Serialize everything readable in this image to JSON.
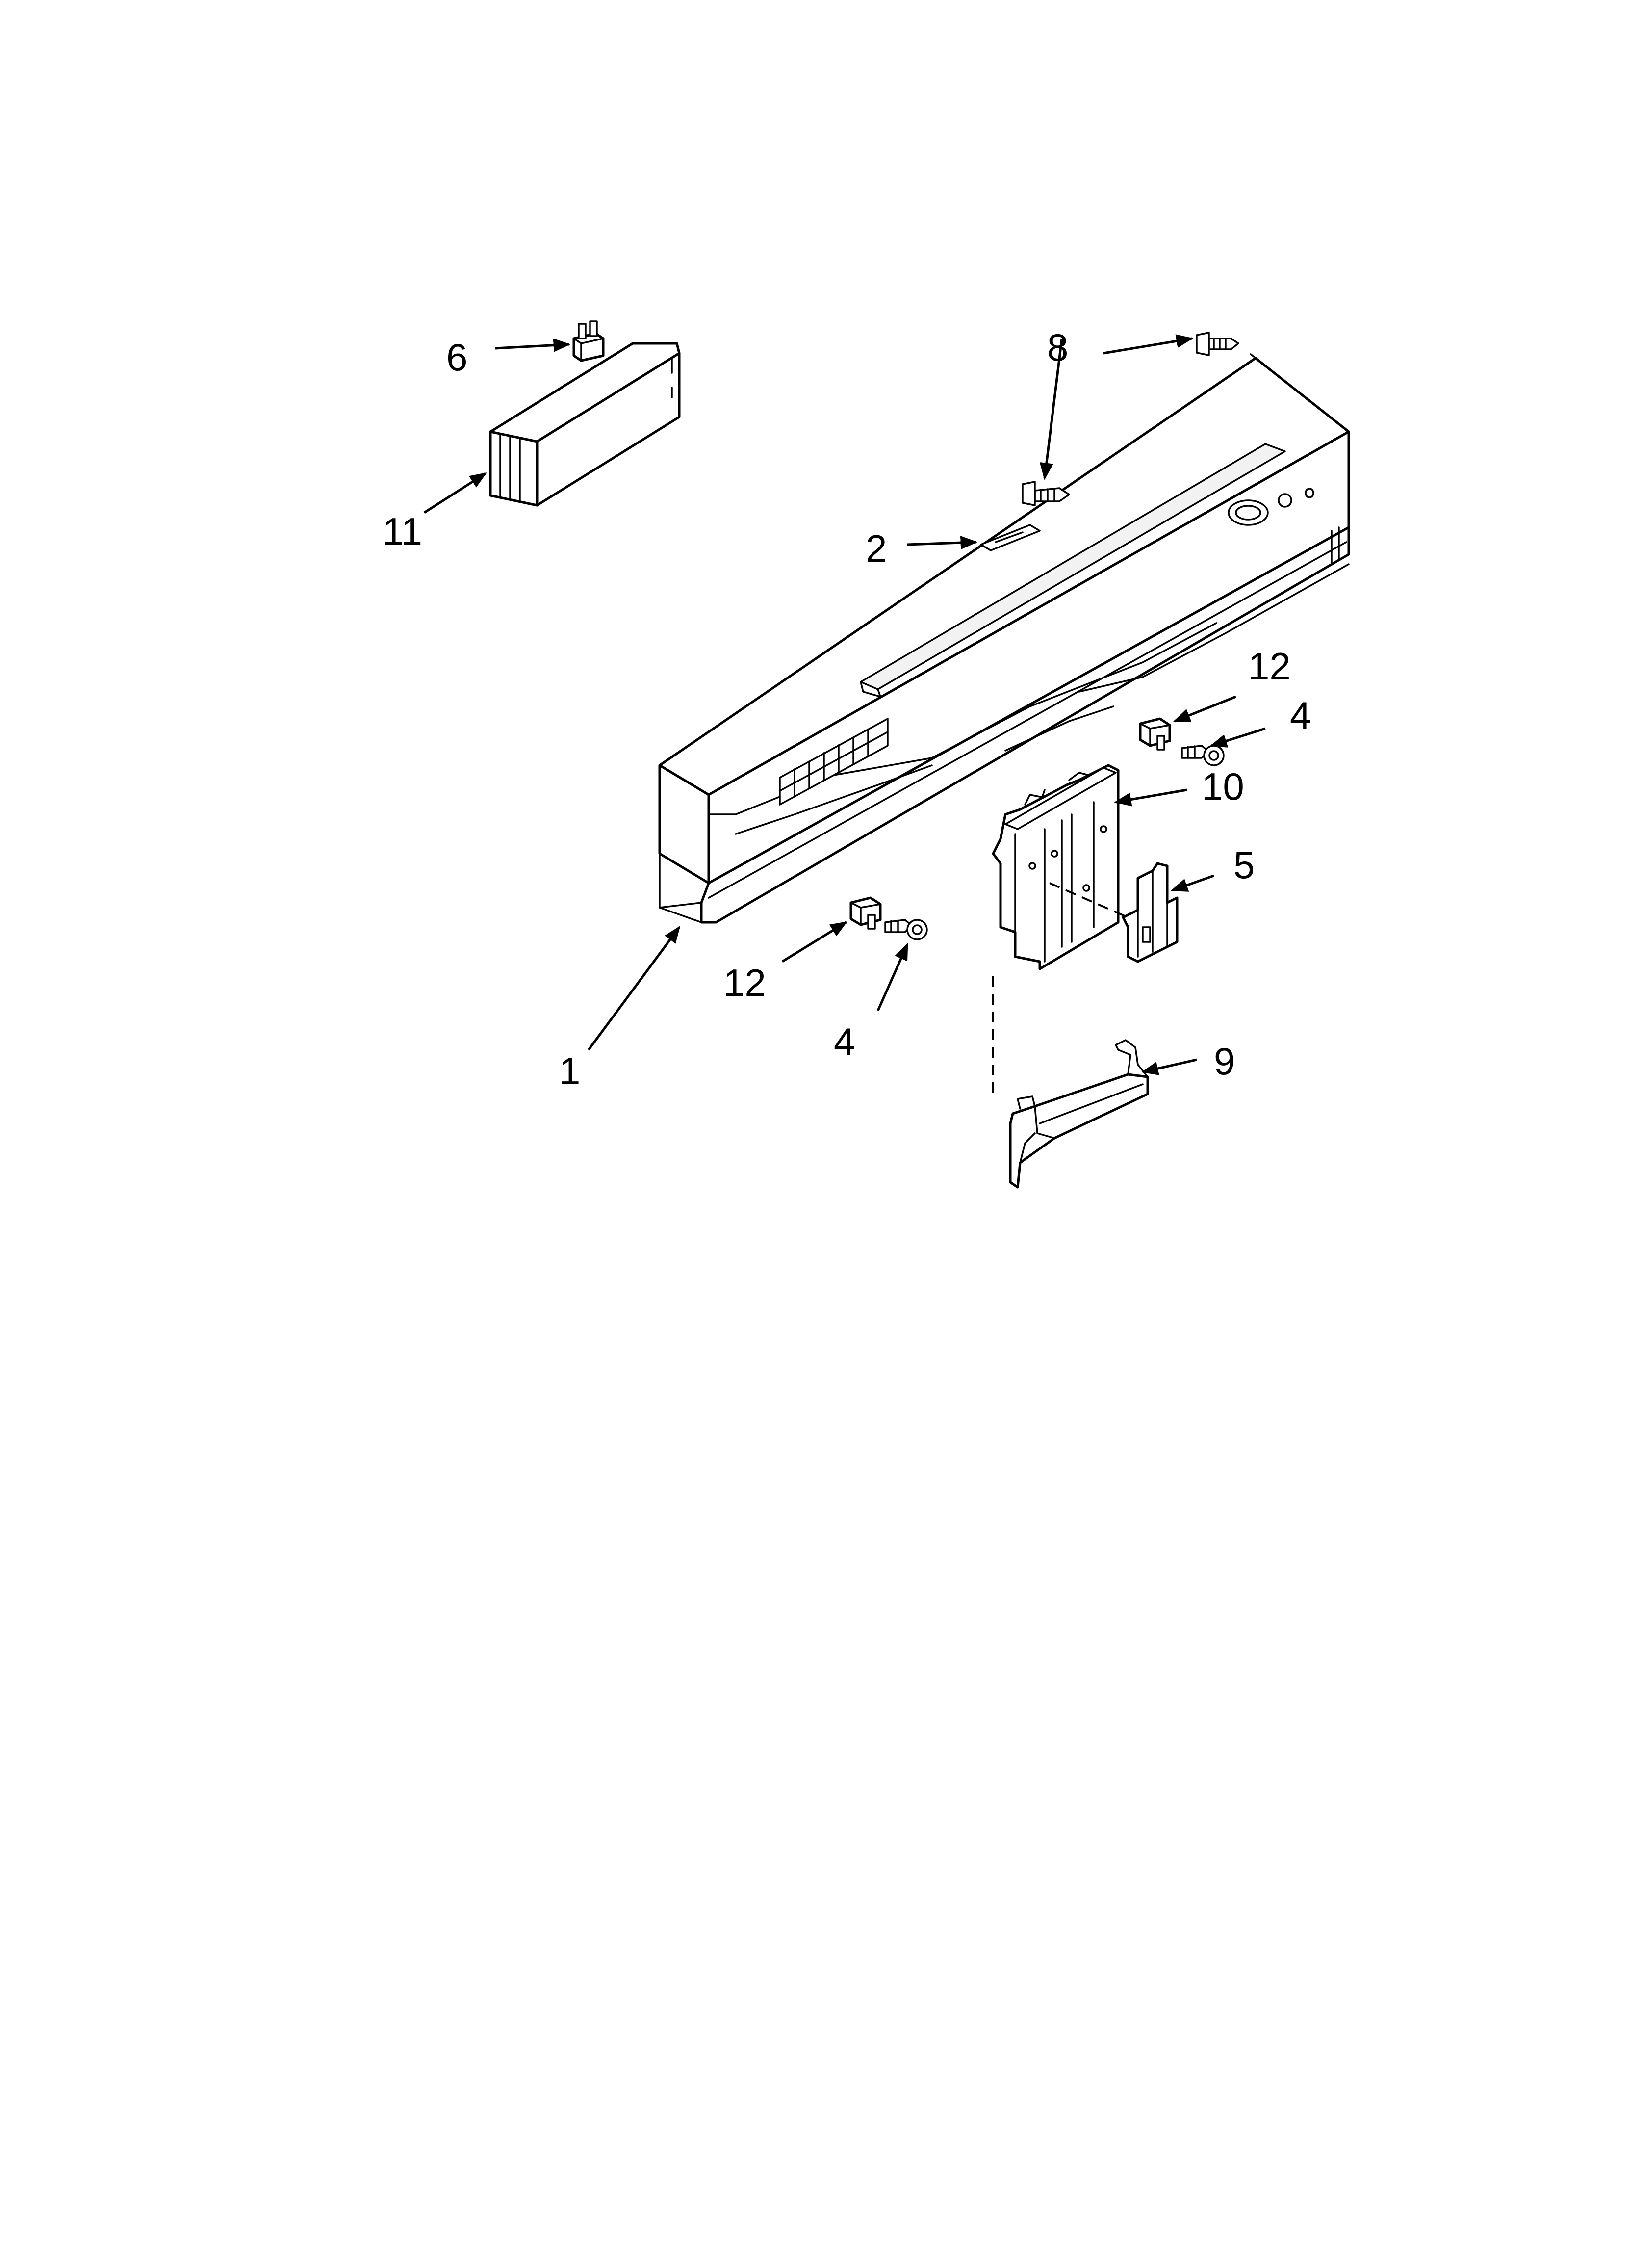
{
  "callouts": {
    "c1": "1",
    "c2": "2",
    "c4a": "4",
    "c4b": "4",
    "c5": "5",
    "c6": "6",
    "c8": "8",
    "c9": "9",
    "c10": "10",
    "c11": "11",
    "c12a": "12",
    "c12b": "12"
  },
  "colors": {
    "line": "#000000",
    "background": "#ffffff"
  }
}
